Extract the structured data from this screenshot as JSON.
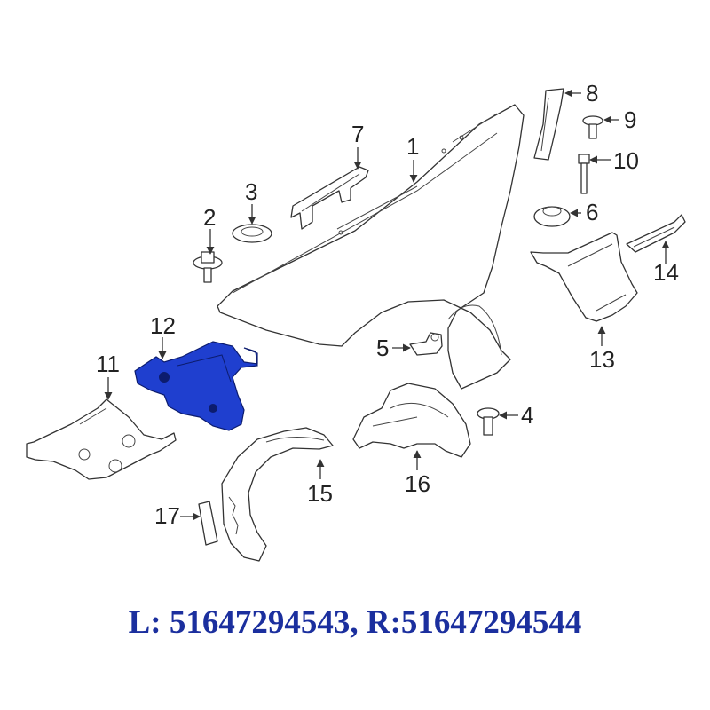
{
  "colors": {
    "highlight": "#1f3fcf",
    "part_numbers": "#1b2f9e",
    "line": "#333333"
  },
  "callouts": [
    {
      "id": "1",
      "label": "1"
    },
    {
      "id": "2",
      "label": "2"
    },
    {
      "id": "3",
      "label": "3"
    },
    {
      "id": "4",
      "label": "4"
    },
    {
      "id": "5",
      "label": "5"
    },
    {
      "id": "6",
      "label": "6"
    },
    {
      "id": "7",
      "label": "7"
    },
    {
      "id": "8",
      "label": "8"
    },
    {
      "id": "9",
      "label": "9"
    },
    {
      "id": "10",
      "label": "10"
    },
    {
      "id": "11",
      "label": "11"
    },
    {
      "id": "12",
      "label": "12"
    },
    {
      "id": "13",
      "label": "13"
    },
    {
      "id": "14",
      "label": "14"
    },
    {
      "id": "15",
      "label": "15"
    },
    {
      "id": "16",
      "label": "16"
    },
    {
      "id": "17",
      "label": "17"
    }
  ],
  "highlighted_part": "12",
  "part_numbers": "L: 51647294543, R:51647294544"
}
